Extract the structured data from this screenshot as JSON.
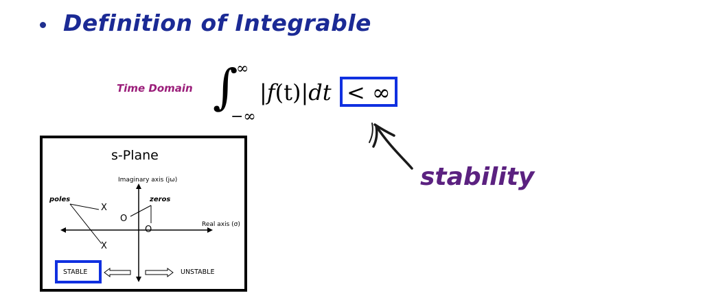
{
  "slide": {
    "heading": "Definition of Integrable",
    "time_domain_label": "Time Domain",
    "equation": {
      "upper_limit": "∞",
      "lower_limit": "−∞",
      "integrand_bar_open": "|",
      "integrand_f": "f",
      "integrand_arg": "(t)",
      "integrand_bar_close": "|",
      "integrand_dt": "dt",
      "inequality": "< ∞"
    },
    "annotation": "stability",
    "colors": {
      "heading": "#1b2a95",
      "time_domain": "#9b1e7a",
      "annotation": "#5b2180",
      "highlight_box": "#1030e0"
    }
  },
  "s_plane": {
    "title": "s-Plane",
    "imaginary_axis_label": "Imaginary axis (jω)",
    "real_axis_label": "Real axis (σ)",
    "poles_label": "poles",
    "zeros_label": "zeros",
    "pole_marker": "X",
    "zero_marker": "O",
    "stable_label": "STABLE",
    "unstable_label": "UNSTABLE"
  }
}
